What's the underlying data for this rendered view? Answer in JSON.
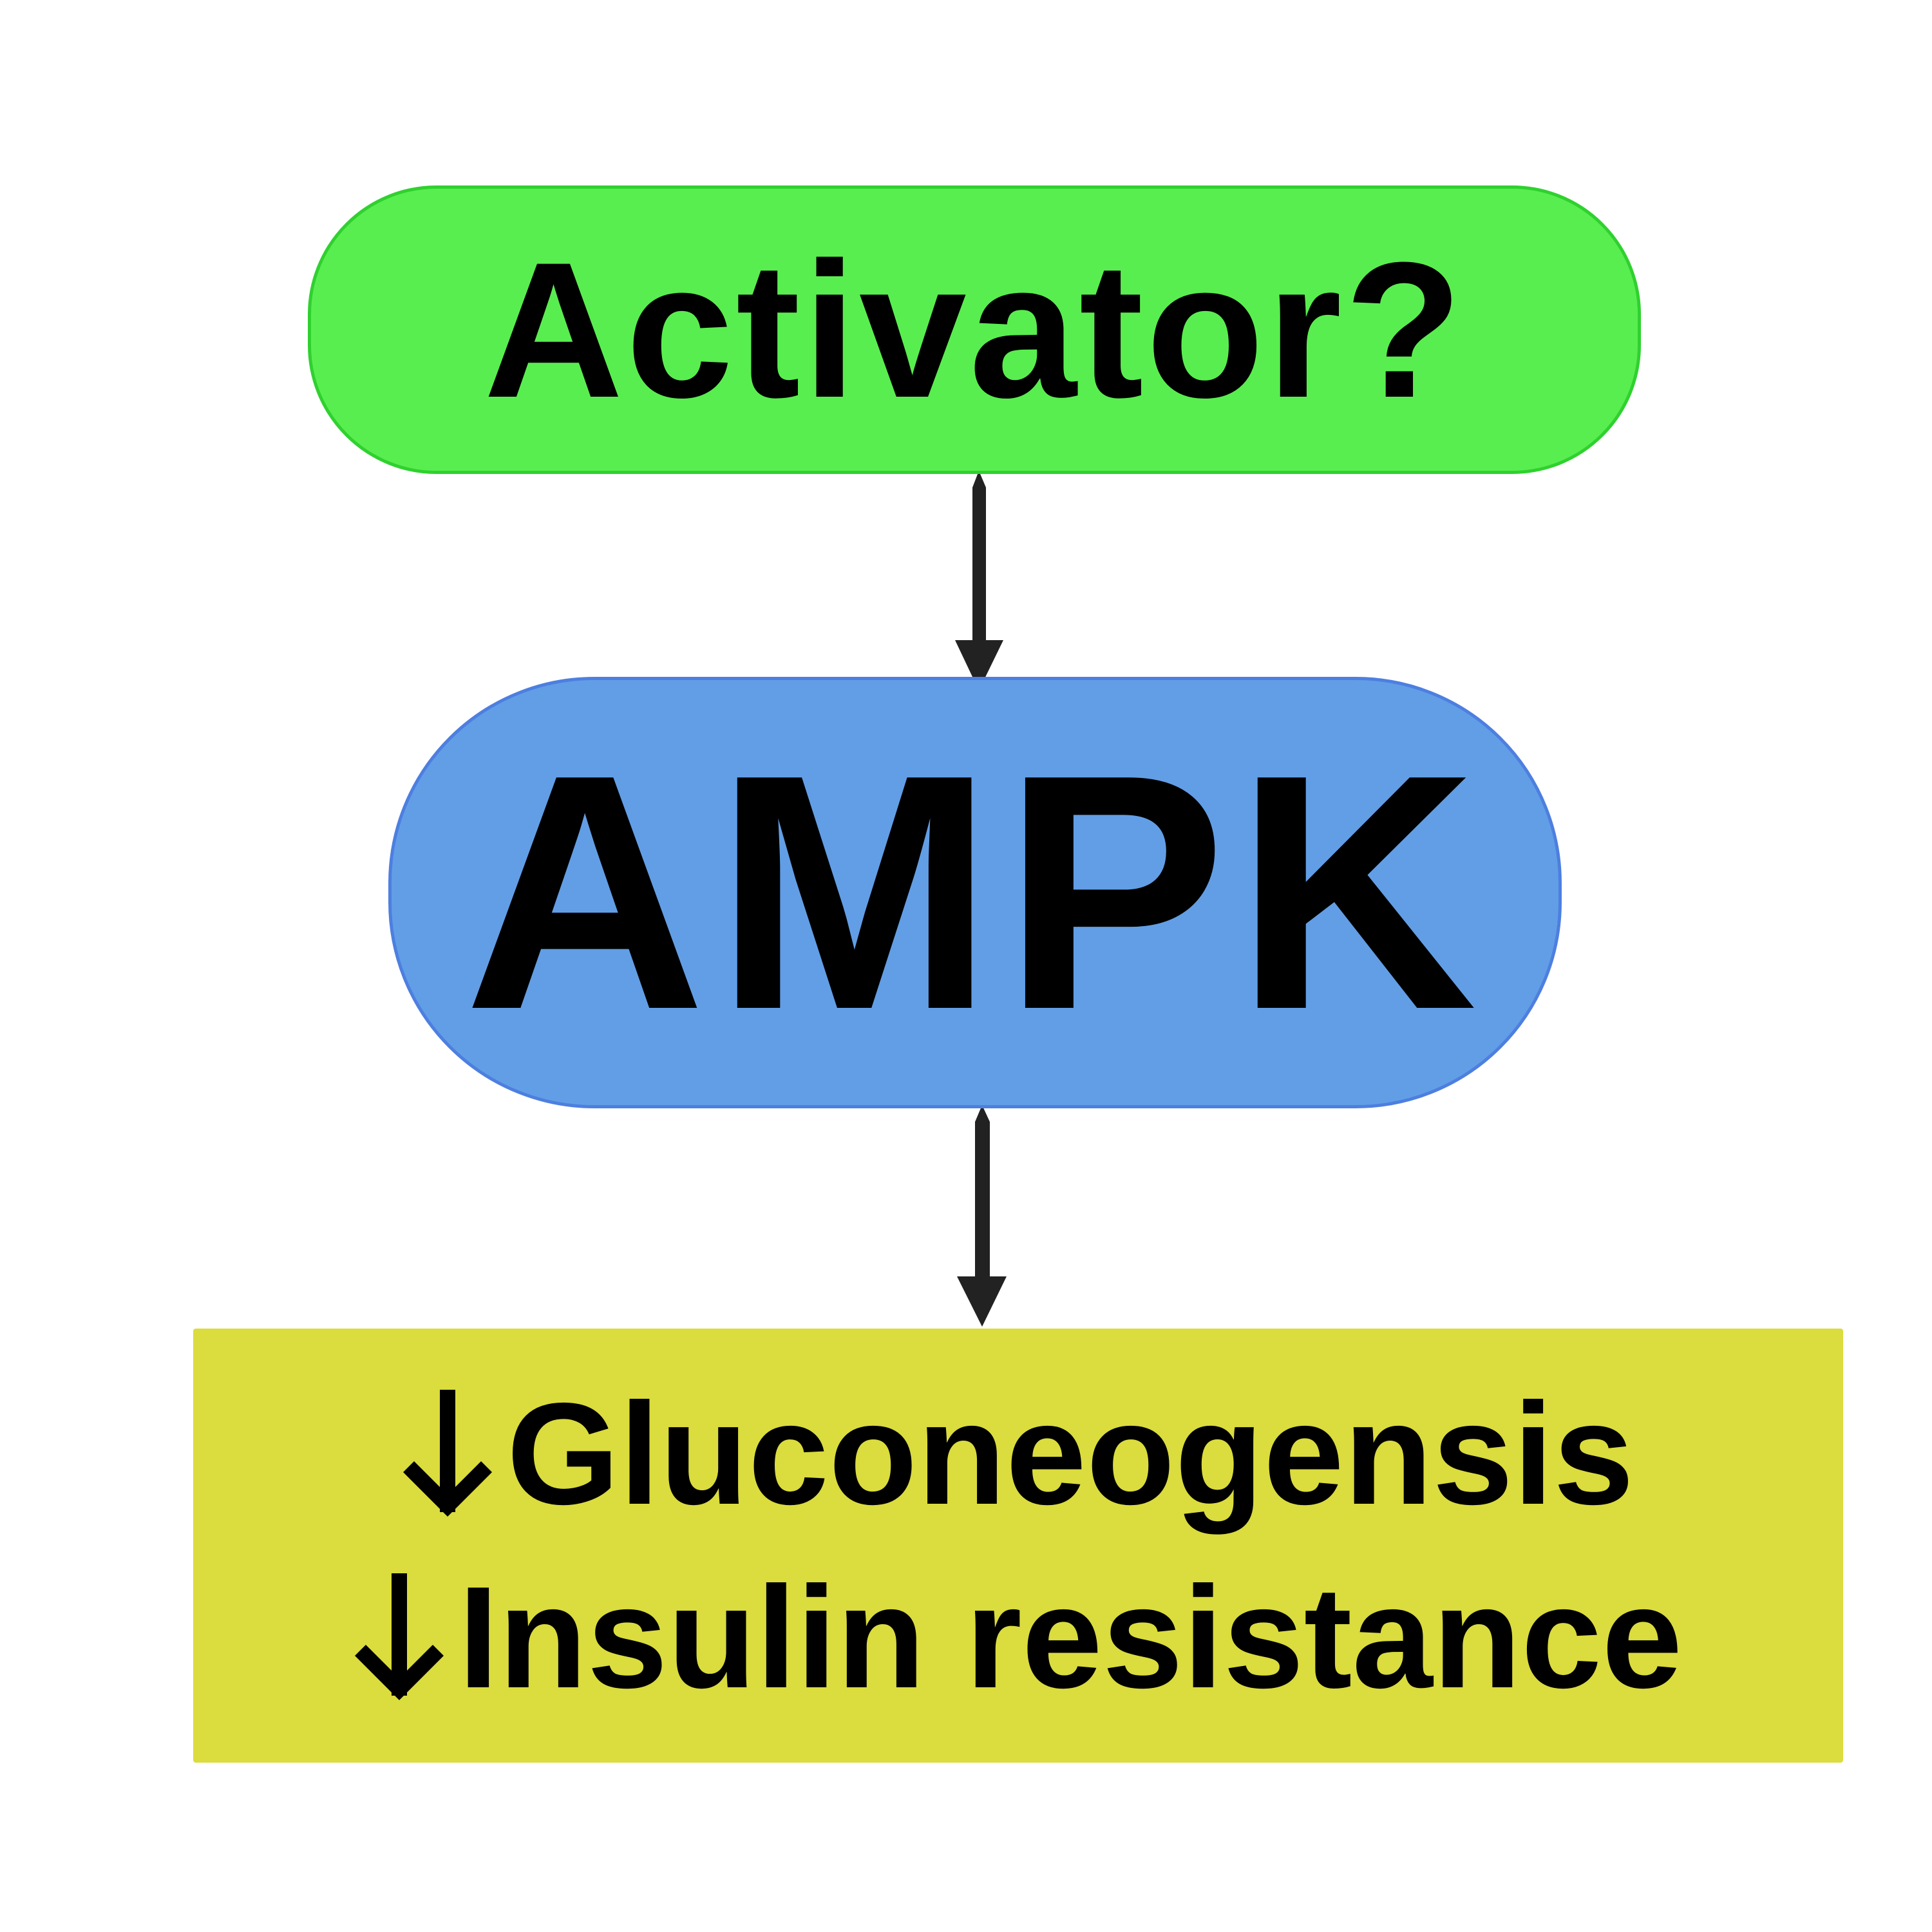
{
  "colors": {
    "activator_fill": "#59ee4f",
    "ampk_fill": "#629ee6",
    "outcomes_fill": "#dbdc3e",
    "arrow": "#222222",
    "text": "#000000"
  },
  "nodes": {
    "activator": {
      "label": "Activator?"
    },
    "ampk": {
      "label": "AMPK"
    },
    "outcomes": {
      "items": [
        {
          "icon": "down-arrow-icon",
          "label": "Gluconeogensis"
        },
        {
          "icon": "down-arrow-icon",
          "label": "Insulin resistance"
        }
      ]
    }
  },
  "edges": [
    {
      "from": "activator",
      "to": "ampk"
    },
    {
      "from": "ampk",
      "to": "outcomes"
    }
  ]
}
